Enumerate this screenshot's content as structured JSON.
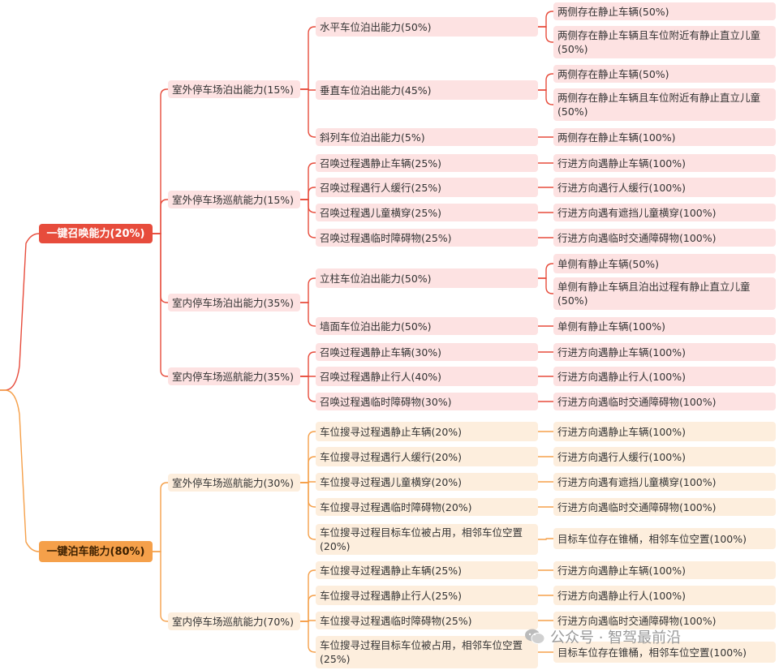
{
  "branches": [
    {
      "label": "一键召唤能力(20%)",
      "color": "#e74c3c",
      "theme": "red",
      "children": [
        {
          "label": "室外停车场泊出能力(15%)",
          "children": [
            {
              "label": "水平车位泊出能力(50%)",
              "children": [
                "两侧存在静止车辆(50%)",
                "两侧存在静止车辆且车位附近有静止直立儿童\n(50%)"
              ]
            },
            {
              "label": "垂直车位泊出能力(45%)",
              "children": [
                "两侧存在静止车辆(50%)",
                "两侧存在静止车辆且车位附近有静止直立儿童\n(50%)"
              ]
            },
            {
              "label": "斜列车位泊出能力(5%)",
              "children": [
                "两侧存在静止车辆(100%)"
              ]
            }
          ]
        },
        {
          "label": "室外停车场巡航能力(15%)",
          "children": [
            {
              "label": "召唤过程遇静止车辆(25%)",
              "children": [
                "行进方向遇静止车辆(100%)"
              ]
            },
            {
              "label": "召唤过程遇行人缓行(25%)",
              "children": [
                "行进方向遇行人缓行(100%)"
              ]
            },
            {
              "label": "召唤过程遇儿童横穿(25%)",
              "children": [
                "行进方向遇有遮挡儿童横穿(100%)"
              ]
            },
            {
              "label": "召唤过程遇临时障碍物(25%)",
              "children": [
                "行进方向遇临时交通障碍物(100%)"
              ]
            }
          ]
        },
        {
          "label": "室内停车场泊出能力(35%)",
          "children": [
            {
              "label": "立柱车位泊出能力(50%)",
              "children": [
                "单侧有静止车辆(50%)",
                "单侧有静止车辆且泊出过程有静止直立儿童\n(50%)"
              ]
            },
            {
              "label": "墙面车位泊出能力(50%)",
              "children": [
                "单侧有静止车辆(100%)"
              ]
            }
          ]
        },
        {
          "label": "室内停车场巡航能力(35%)",
          "children": [
            {
              "label": "召唤过程遇静止车辆(30%)",
              "children": [
                "行进方向遇静止车辆(100%)"
              ]
            },
            {
              "label": "召唤过程遇静止行人(40%)",
              "children": [
                "行进方向遇静止行人(100%)"
              ]
            },
            {
              "label": "召唤过程遇临时障碍物(30%)",
              "children": [
                "行进方向遇临时交通障碍物(100%)"
              ]
            }
          ]
        }
      ]
    },
    {
      "label": "一键泊车能力(80%)",
      "color": "#f5a04a",
      "theme": "orange",
      "children": [
        {
          "label": "室外停车场巡航能力(30%)",
          "children": [
            {
              "label": "车位搜寻过程遇静止车辆(20%)",
              "children": [
                "行进方向遇静止车辆(100%)"
              ]
            },
            {
              "label": "车位搜寻过程遇行人缓行(20%)",
              "children": [
                "行进方向遇行人缓行(100%)"
              ]
            },
            {
              "label": "车位搜寻过程遇儿童横穿(20%)",
              "children": [
                "行进方向遇有遮挡儿童横穿(100%)"
              ]
            },
            {
              "label": "车位搜寻过程遇临时障碍物(20%)",
              "children": [
                "行进方向遇临时交通障碍物(100%)"
              ]
            },
            {
              "label": "车位搜寻过程目标车位被占用，相邻车位空置\n(20%)",
              "children": [
                "目标车位存在锥桶，相邻车位空置(100%)"
              ]
            }
          ]
        },
        {
          "label": "室内停车场巡航能力(70%)",
          "children": [
            {
              "label": "车位搜寻过程遇静止车辆(25%)",
              "children": [
                "行进方向遇静止车辆(100%)"
              ]
            },
            {
              "label": "车位搜寻过程遇静止行人(25%)",
              "children": [
                "行进方向遇静止行人(100%)"
              ]
            },
            {
              "label": "车位搜寻过程遇临时障碍物(25%)",
              "children": [
                "行进方向遇临时交通障碍物(100%)"
              ]
            },
            {
              "label": "车位搜寻过程目标车位被占用，相邻车位空置\n(25%)",
              "children": [
                "目标车位存在锥桶，相邻车位空置(100%)"
              ]
            }
          ]
        }
      ]
    }
  ],
  "watermark": {
    "text": "公众号 · 智驾最前沿",
    "icon": "wechat-icon"
  }
}
